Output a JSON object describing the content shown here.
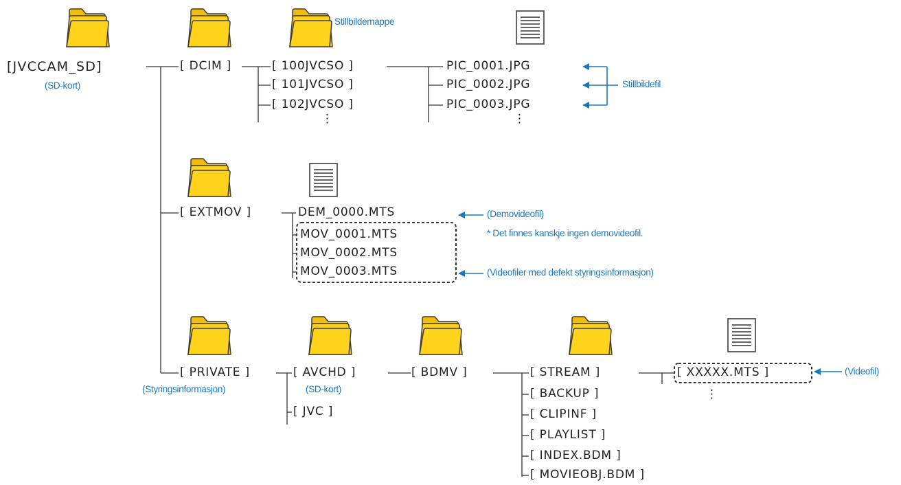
{
  "colors": {
    "text": "#222222",
    "note": "#1a78c2",
    "arrow": "#1a78c2",
    "line": "#333333",
    "folder_fill": "#ffd21c",
    "folder_tab": "#f3bc0c",
    "folder_stroke": "#3c3c3c"
  },
  "icons": {
    "folder": "folder-icon",
    "file": "document-icon"
  },
  "root": {
    "label": "[JVCCAM_SD]",
    "note": "(SD-kort)"
  },
  "dcim": {
    "label": "[ DCIM ]",
    "folder_note": "Stillbildemappe",
    "subfolders": [
      "[ 100JVCSO ]",
      "[ 101JVCSO ]",
      "[ 102JVCSO ]"
    ],
    "files": [
      "PIC_0001.JPG",
      "PIC_0002.JPG",
      "PIC_0003.JPG"
    ],
    "files_note": "Stillbildefil",
    "more": "⋮"
  },
  "extmov": {
    "label": "[ EXTMOV ]",
    "demo_file": "DEM_0000.MTS",
    "files": [
      "MOV_0001.MTS",
      "MOV_0002.MTS",
      "MOV_0003.MTS"
    ],
    "demo_note": "(Demovideofil)",
    "demo_footnote": "* Det finnes kanskje ingen demovideofil.",
    "files_note": "(Videofiler med defekt styringsinformasjon)"
  },
  "private": {
    "label": "[ PRIVATE ]",
    "note": "(Styringsinformasjon)",
    "avchd": {
      "label": "[ AVCHD ]",
      "note": "(SD-kort)"
    },
    "jvc": "[ JVC ]",
    "bdmv": {
      "label": "[ BDMV ]",
      "children": [
        "[ STREAM ]",
        "[ BACKUP ]",
        "[ CLIPINF ]",
        "[ PLAYLIST ]",
        "[ INDEX.BDM ]",
        "[ MOVIEOBJ.BDM ]"
      ]
    },
    "stream_file": "[ XXXXX.MTS ]",
    "stream_note": "(Videofil)",
    "more": "⋮"
  }
}
